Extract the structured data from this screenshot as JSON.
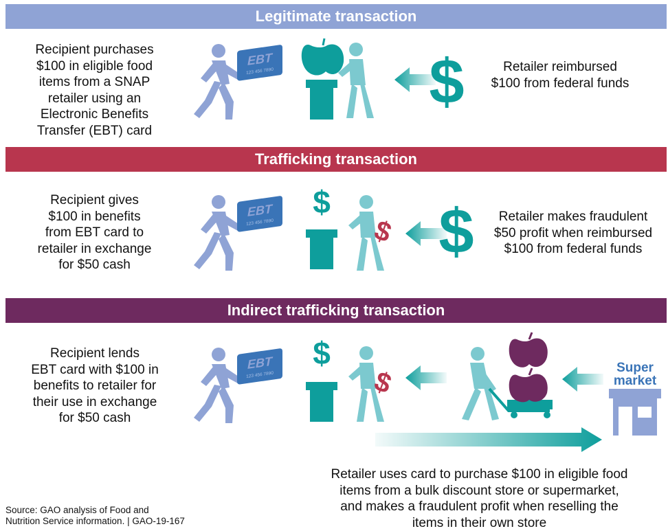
{
  "sections": [
    {
      "title": "Legitimate transaction",
      "left_text": [
        "Recipient purchases",
        "$100 in eligible food",
        "items from a SNAP",
        "retailer using an",
        "Electronic Benefits",
        "Transfer (EBT) card"
      ],
      "right_text": [
        "Retailer reimbursed",
        "$100 from federal funds"
      ]
    },
    {
      "title": "Trafficking transaction",
      "left_text": [
        "Recipient gives",
        "$100 in benefits",
        "from EBT card to",
        "retailer in exchange",
        "for $50 cash"
      ],
      "right_text": [
        "Retailer makes fraudulent",
        "$50 profit when reimbursed",
        "$100 from federal funds"
      ]
    },
    {
      "title": "Indirect trafficking transaction",
      "left_text": [
        "Recipient lends",
        "EBT card with $100 in",
        "benefits to retailer for",
        "their use in exchange",
        "for $50 cash"
      ],
      "bottom_text": [
        "Retailer uses card to purchase $100 in eligible food",
        "items from a bulk discount store or supermarket,",
        "and makes a fraudulent profit when reselling the",
        "items in their own store"
      ]
    }
  ],
  "ebt_card": {
    "label": "EBT",
    "number": "123 456 7890"
  },
  "store_label": [
    "Super",
    "market"
  ],
  "dollar_symbol": "$",
  "source": [
    "Source: GAO analysis of Food and",
    "Nutrition Service information.  |  GAO-19-167"
  ],
  "colors": {
    "light_blue": "#8fa3d5",
    "teal": "#0e9e9c",
    "light_teal": "#7cc9cf",
    "red": "#b8364e",
    "plum": "#6e2a5f",
    "card": "#3a74b7"
  }
}
